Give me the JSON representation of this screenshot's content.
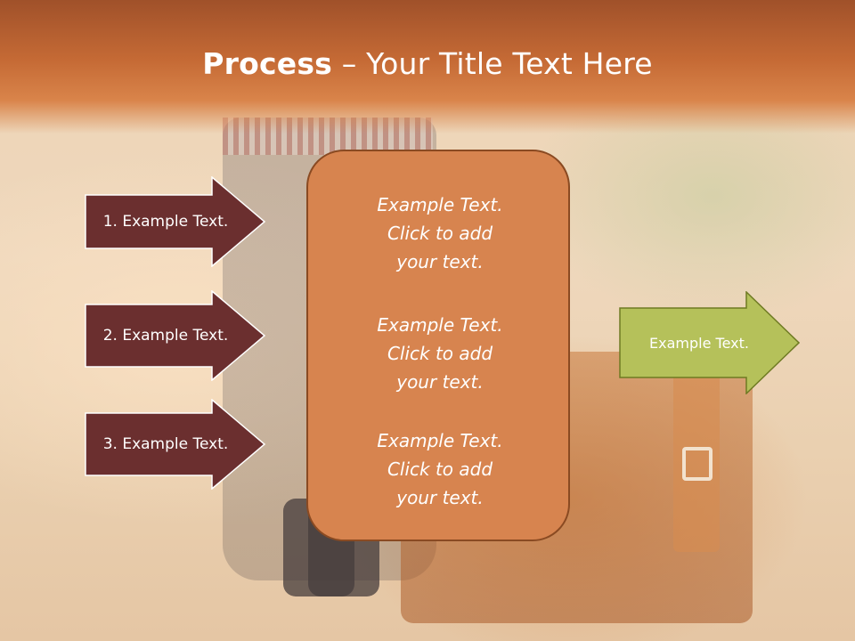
{
  "title": {
    "bold": "Process",
    "rest": " – Your Title Text Here"
  },
  "left_arrows": [
    {
      "label": "1. Example Text."
    },
    {
      "label": "2. Example Text."
    },
    {
      "label": "3. Example Text."
    }
  ],
  "center_blocks": [
    {
      "line1": "Example Text.",
      "line2": "Click  to add",
      "line3": "your text."
    },
    {
      "line1": "Example Text.",
      "line2": "Click  to add",
      "line3": "your text."
    },
    {
      "line1": "Example Text.",
      "line2": "Click  to add",
      "line3": "your text."
    }
  ],
  "right_arrow": {
    "label": "Example Text."
  },
  "colors": {
    "header": "#c56a35",
    "left_arrow_fill": "#6b2f2f",
    "center_box_fill": "#d7844f",
    "right_arrow_fill": "#b5c15a"
  }
}
